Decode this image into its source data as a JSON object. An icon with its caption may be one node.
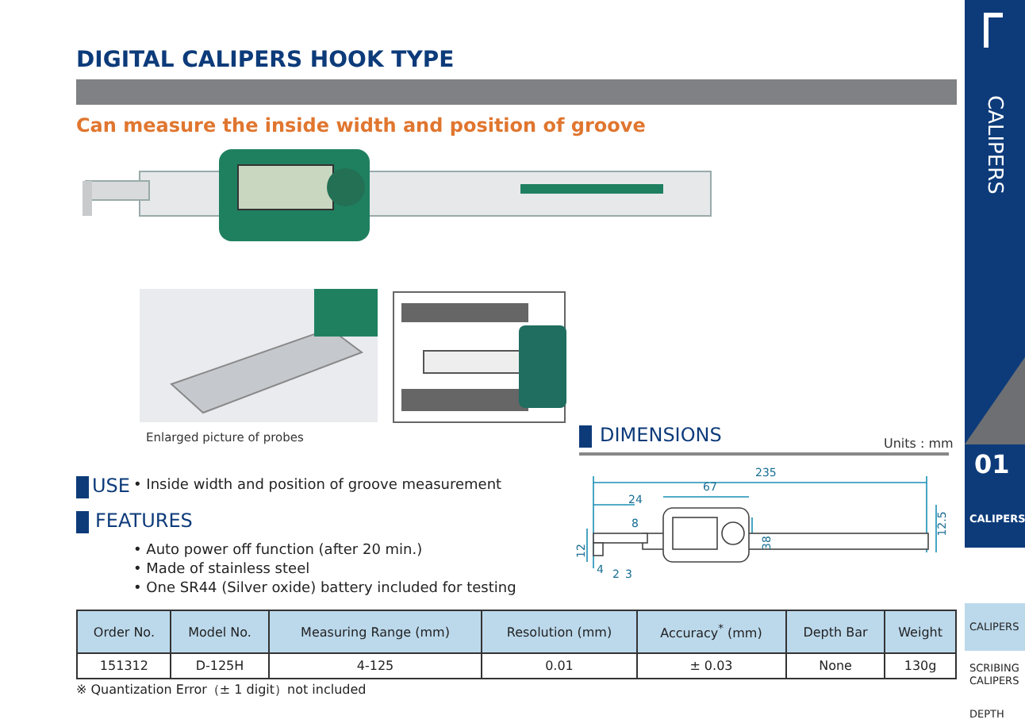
{
  "diagram": {
    "title": "DIGITAL CALIPERS HOOK TYPE",
    "labels": [
      "Can measure the inside width and position of groove",
      "Enlarged  picture of probes",
      "DIMENSIONS",
      "Units : mm",
      "235",
      "24",
      "67",
      "8",
      "12.5",
      "12",
      "38",
      "4",
      "2",
      "3",
      "USE",
      "• Inside width and position of groove measurement",
      "FEATURES",
      "• Auto power off function (after 20 min.)",
      "• Made of stainless steel",
      "• One SR44 (Silver oxide) battery included for testing",
      "Order No.",
      "Model No.",
      "Measuring Range (mm)",
      "Resolution (mm)",
      "Accuracy$^{*}$ (mm)",
      "Depth Bar",
      "Weight",
      "151312",
      "D-125H",
      "4-125",
      "0.01",
      "± 0.03",
      "None",
      "130g",
      "※ Quantization Error（± 1 digit）not included",
      "CALIPERS",
      "01",
      "CALIPERS",
      "CALIPERS",
      "SCRIBING CALIPERS",
      "DEPTH"
    ]
  }
}
